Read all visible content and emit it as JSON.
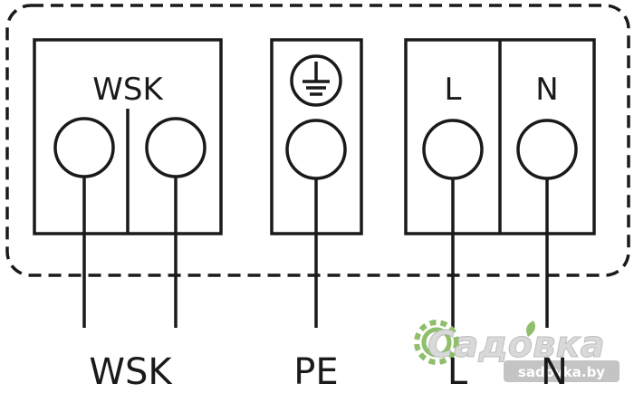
{
  "terminal_labels": {
    "wsk": "WSK",
    "l": "L",
    "n": "N"
  },
  "wire_labels": {
    "wsk": "WSK",
    "pe": "PE",
    "l": "L",
    "n": "N"
  },
  "watermark": {
    "name": "Садовка",
    "url": "sadovka.by"
  },
  "colors": {
    "line": "#1a1a1a",
    "background": "#ffffff",
    "watermark_gear": "#8fbf6a"
  },
  "icons": [
    "earth-ground-icon",
    "gear-icon",
    "leaf-icon"
  ]
}
